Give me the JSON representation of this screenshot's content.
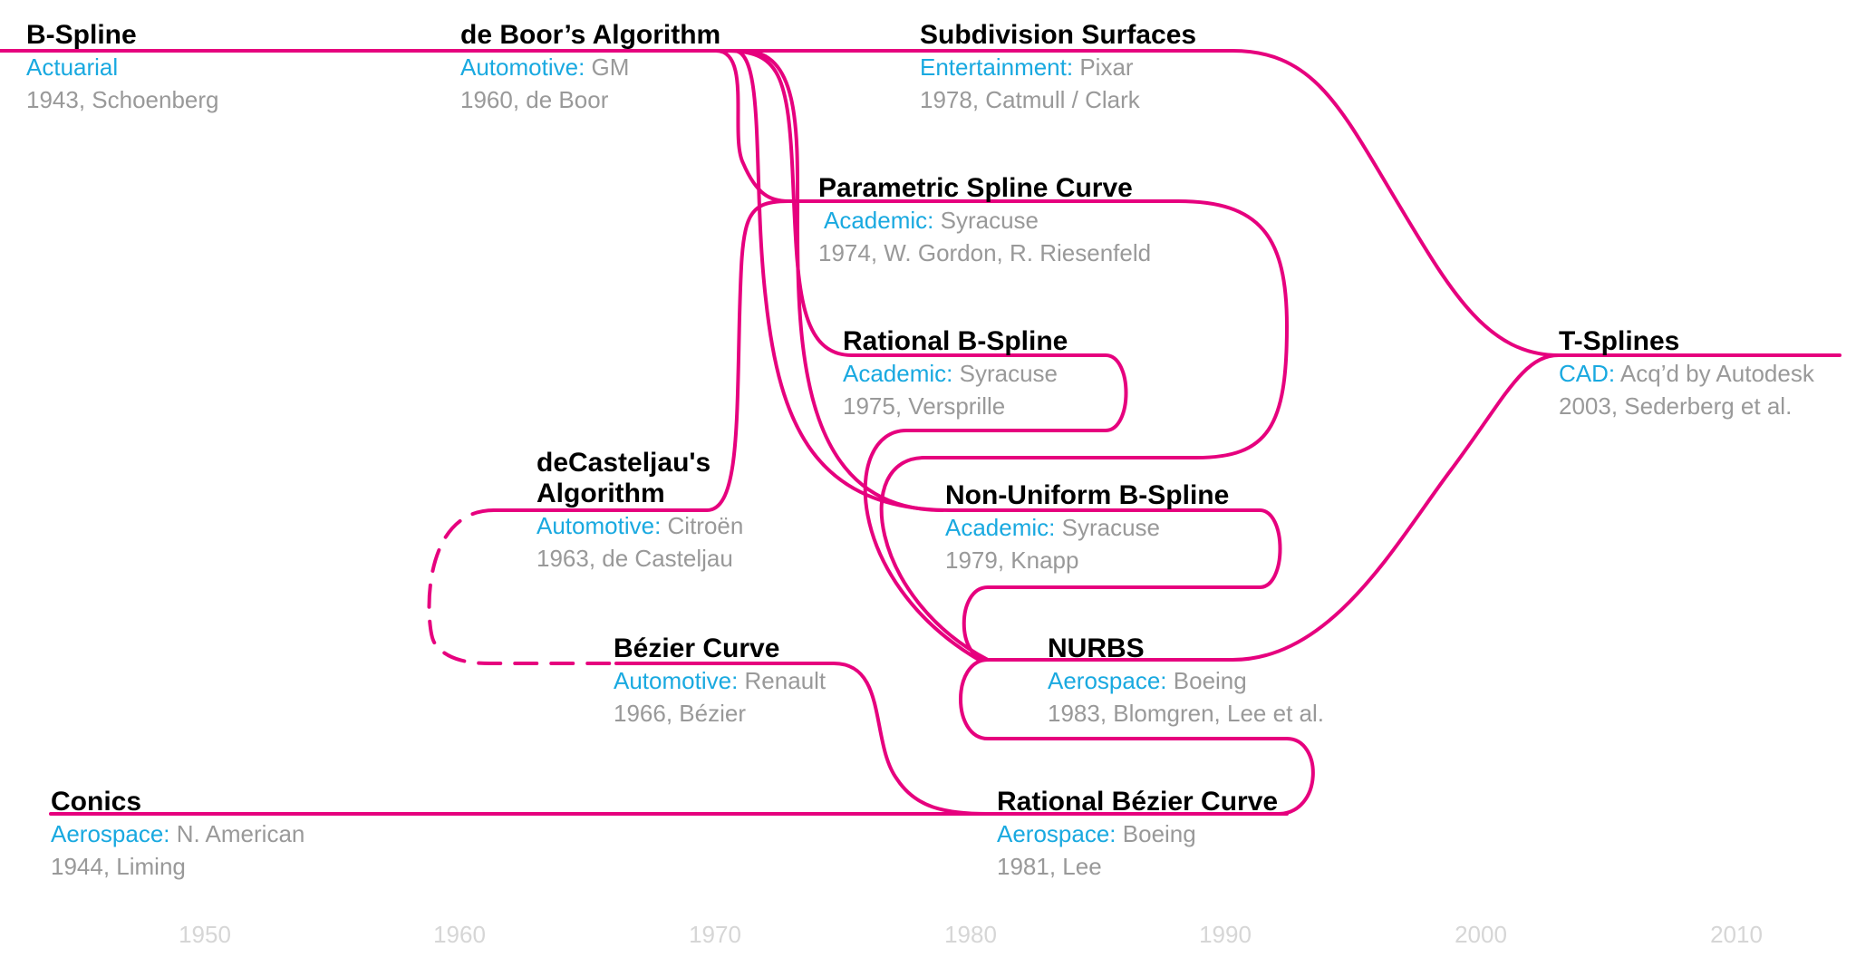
{
  "colors": {
    "line": "#e6007e",
    "sector": "#19a9e0",
    "meta": "#999999",
    "axis": "#d6d6d6"
  },
  "nodes": [
    {
      "id": "bspline",
      "title": "B-Spline",
      "sector": "Actuarial",
      "org": "",
      "date": "1943, Schoenberg"
    },
    {
      "id": "deboor",
      "title": "de Boor’s Algorithm",
      "sector": "Automotive:",
      "org": "GM",
      "date": "1960, de Boor"
    },
    {
      "id": "subdivision",
      "title": "Subdivision Surfaces",
      "sector": "Entertainment:",
      "org": "Pixar",
      "date": "1978, Catmull / Clark"
    },
    {
      "id": "parametric",
      "title": "Parametric Spline Curve",
      "sector": "Academic:",
      "org": "Syracuse",
      "date": "1974, W. Gordon, R. Riesenfeld"
    },
    {
      "id": "rational_bspline",
      "title": "Rational B-Spline",
      "sector": "Academic:",
      "org": "Syracuse",
      "date": "1975, Versprille"
    },
    {
      "id": "tsplines",
      "title": "T-Splines",
      "sector": "CAD:",
      "org": "Acq’d by Autodesk",
      "date": "2003, Sederberg et al."
    },
    {
      "id": "decasteljau",
      "title": "deCasteljau's",
      "title2": "Algorithm",
      "sector": "Automotive:",
      "org": "Citroën",
      "date": "1963, de Casteljau"
    },
    {
      "id": "nonuniform",
      "title": "Non-Uniform B-Spline",
      "sector": "Academic:",
      "org": "Syracuse",
      "date": "1979, Knapp"
    },
    {
      "id": "bezier",
      "title": "Bézier Curve",
      "sector": "Automotive:",
      "org": "Renault",
      "date": "1966, Bézier"
    },
    {
      "id": "nurbs",
      "title": "NURBS",
      "sector": "Aerospace:",
      "org": "Boeing",
      "date": "1983, Blomgren, Lee et al."
    },
    {
      "id": "conics",
      "title": "Conics",
      "sector": "Aerospace:",
      "org": "N. American",
      "date": "1944, Liming"
    },
    {
      "id": "rational_bezier",
      "title": "Rational Bézier Curve",
      "sector": "Aerospace:",
      "org": "Boeing",
      "date": "1981, Lee"
    }
  ],
  "axis": {
    "labels": [
      "1950",
      "1960",
      "1970",
      "1980",
      "1990",
      "2000",
      "2010"
    ]
  }
}
